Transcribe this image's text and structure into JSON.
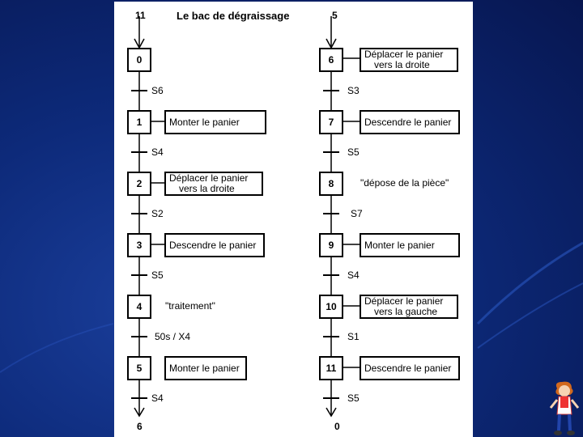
{
  "title": "Le bac de dégraissage",
  "left": {
    "entry": "11",
    "exit": "6",
    "steps": [
      {
        "n": "0",
        "action": []
      },
      {
        "n": "1",
        "action": [
          "Monter le panier"
        ]
      },
      {
        "n": "2",
        "action": [
          "Déplacer le panier",
          "vers la droite"
        ]
      },
      {
        "n": "3",
        "action": [
          "Descendre le panier"
        ]
      },
      {
        "n": "4",
        "action": [
          "\"traitement\""
        ]
      },
      {
        "n": "5",
        "action": [
          "Monter le panier"
        ]
      }
    ],
    "transitions": [
      "S6",
      "S4",
      "S2",
      "S5",
      "50s / X4",
      "S4"
    ]
  },
  "right": {
    "entry": "5",
    "exit": "0",
    "steps": [
      {
        "n": "6",
        "action": [
          "Déplacer le panier",
          "vers la droite"
        ]
      },
      {
        "n": "7",
        "action": [
          "Descendre le panier"
        ]
      },
      {
        "n": "8",
        "action": [
          "\"dépose de la pièce\""
        ]
      },
      {
        "n": "9",
        "action": [
          "Monter le panier"
        ]
      },
      {
        "n": "10",
        "action": [
          "Déplacer le panier",
          "vers la gauche"
        ]
      },
      {
        "n": "11",
        "action": [
          "Descendre le panier"
        ]
      }
    ],
    "transitions": [
      "S3",
      "S5",
      "S7",
      "S4",
      "S1",
      "S5"
    ]
  }
}
